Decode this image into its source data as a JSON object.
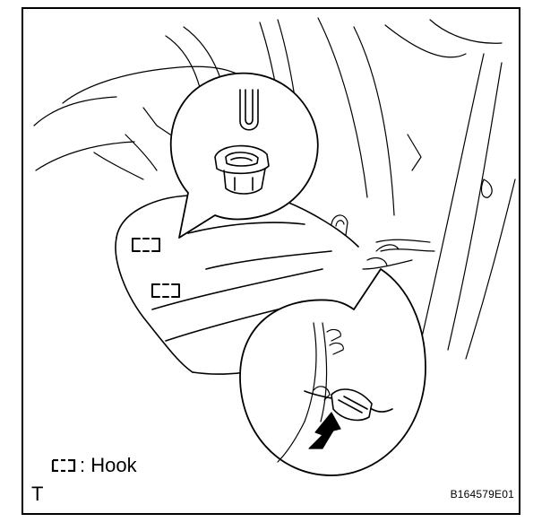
{
  "legend": {
    "label": ": Hook",
    "symbol": "hook-bracket-icon"
  },
  "corner": {
    "letter": "T"
  },
  "figure": {
    "id": "B164579E01"
  }
}
